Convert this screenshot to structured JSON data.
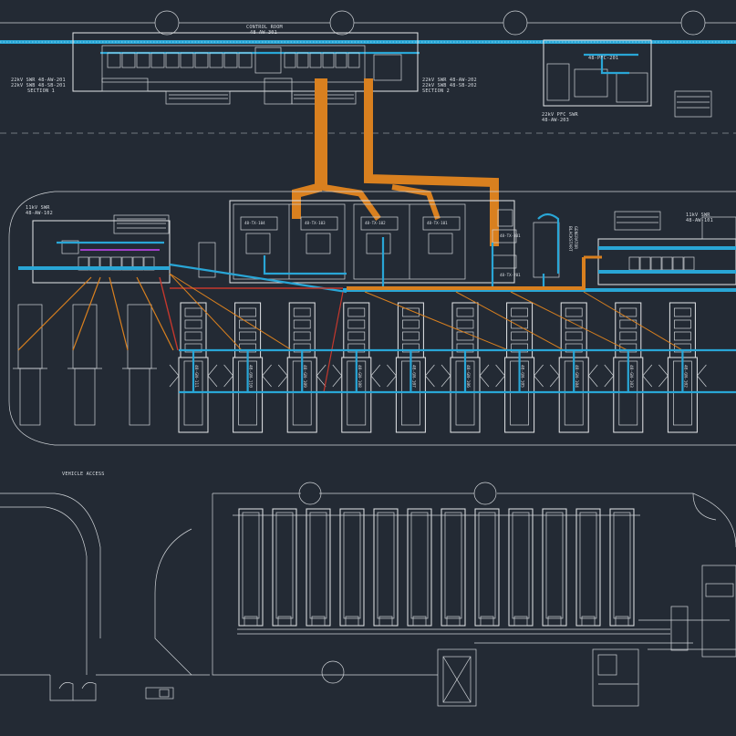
{
  "labels": {
    "control_room": "CONTROL ROOM",
    "control_room_code": "48-AW-301",
    "swr_left_1": "22kV SWR 48-AW-201",
    "swr_left_2": "22kV SWB 48-SB-201",
    "swr_left_3": "SECTION 1",
    "swr_right_1": "22kV SWR 48-AW-202",
    "swr_right_2": "22kV SWB 48-SB-202",
    "swr_right_3": "SECTION 2",
    "pfc_tag": "48-PFC-201",
    "pfc_swr_1": "22kV PFC SWR",
    "pfc_swr_2": "48-AW-203",
    "swr11_left_1": "11kV SWR",
    "swr11_left_2": "48-AW-102",
    "swr11_right_1": "11kV SWR",
    "swr11_right_2": "48-AW-101",
    "blackstart_1": "BLACKSTART",
    "blackstart_2": "GENERATOR",
    "tx_1": "48-TX-104",
    "tx_2": "48-TX-103",
    "tx_3": "48-TX-102",
    "tx_4": "48-TX-101",
    "tx_5": "48-TX-301",
    "tx_6": "48-TX-201",
    "vehicle_access": "VEHICLE ACCESS"
  },
  "generators": [
    {
      "tag": "48-GN-111"
    },
    {
      "tag": "48-GN-110"
    },
    {
      "tag": "48-GN-109"
    },
    {
      "tag": "48-GN-108"
    },
    {
      "tag": "48-GN-107"
    },
    {
      "tag": "48-GN-106"
    },
    {
      "tag": "48-GN-105"
    },
    {
      "tag": "48-GN-104"
    },
    {
      "tag": "48-GN-103"
    },
    {
      "tag": "48-GN-102"
    }
  ],
  "colors": {
    "background": "#232a34",
    "cable_tray": "#29a6d6",
    "hv_cable": "#d9801f",
    "lv_cable": "#c4382d",
    "linework": "#e6e8ea"
  }
}
